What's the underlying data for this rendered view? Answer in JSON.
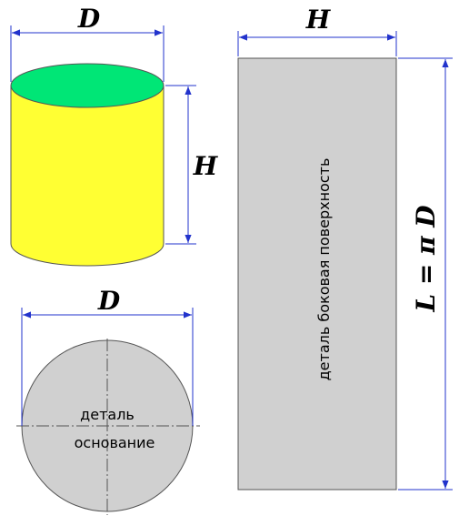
{
  "cylinder": {
    "diameter_label": "D",
    "height_label": "H",
    "side_color": "#ffff33",
    "top_color": "#00e676"
  },
  "base": {
    "diameter_label": "D",
    "line1": "деталь",
    "line2": "основание",
    "fill_color": "#d0d0d0"
  },
  "lateral": {
    "width_label": "H",
    "text": "деталь боковая поверхность",
    "length_formula": "L = π D",
    "fill_color": "#d0d0d0"
  },
  "dimension_color": "#2233cc"
}
